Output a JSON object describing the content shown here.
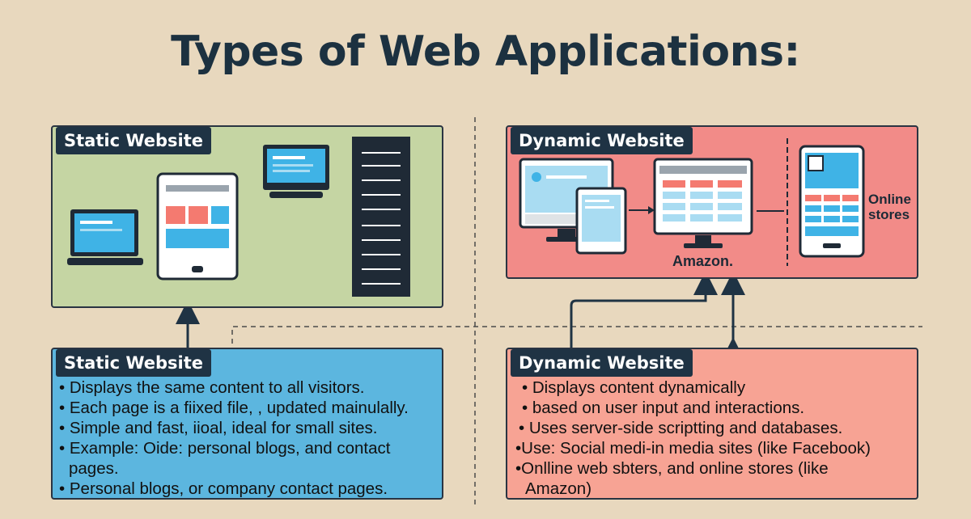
{
  "title": "Types of Web Applications:",
  "static_top": {
    "tag": "Static Website"
  },
  "dynamic_top": {
    "tag": "Dynamic Website",
    "amazon_label": "Amazon.",
    "online_label": "Online\nstores"
  },
  "static_bottom": {
    "tag": "Static Website",
    "items": [
      "• Displays the same  content to all visitors.",
      "• Each page is a fiixed file, , updated mainulally.",
      "• Simple and fast, iioal, ideal for small sites.",
      "• Example: Oide: personal blogs, and contact",
      "pages.",
      "•  Personal blogs, or company contact pages."
    ]
  },
  "dynamic_bottom": {
    "tag": "Dynamic Website",
    "items": [
      "• Displays content dynamically",
      " • based on user  input and   interactions.",
      "• Uses server-side scriptting  and databases.",
      "•Use: Social medi-in media sites (like Facebook)",
      "•Onlline web sbters, and online stores (like",
      "Amazon)"
    ]
  },
  "colors": {
    "background": "#e8d8be",
    "static_top_bg": "#c5d5a3",
    "dynamic_top_bg": "#f28b88",
    "static_bottom_bg": "#5cb6df",
    "dynamic_bottom_bg": "#f7a394",
    "tag_bg": "#1f3344",
    "screen_blue": "#3fb3e6"
  }
}
